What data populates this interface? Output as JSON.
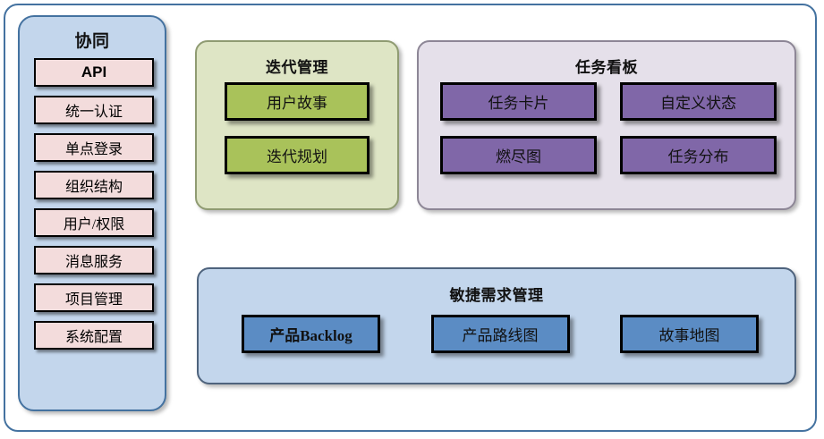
{
  "diagram": {
    "sidebar": {
      "title": "协同",
      "items": [
        {
          "label": "API",
          "emphasis": "bold"
        },
        {
          "label": "统一认证",
          "emphasis": "normal"
        },
        {
          "label": "单点登录",
          "emphasis": "normal"
        },
        {
          "label": "组织结构",
          "emphasis": "normal"
        },
        {
          "label": "用户/权限",
          "emphasis": "normal"
        },
        {
          "label": "消息服务",
          "emphasis": "normal"
        },
        {
          "label": "项目管理",
          "emphasis": "normal"
        },
        {
          "label": "系统配置",
          "emphasis": "normal"
        }
      ]
    },
    "iteration": {
      "title": "迭代管理",
      "items": [
        {
          "label": "用户故事"
        },
        {
          "label": "迭代规划"
        }
      ]
    },
    "taskboard": {
      "title": "任务看板",
      "items": [
        {
          "label": "任务卡片"
        },
        {
          "label": "自定义状态"
        },
        {
          "label": "燃尽图"
        },
        {
          "label": "任务分布"
        }
      ]
    },
    "agile": {
      "title": "敏捷需求管理",
      "items": [
        {
          "label": "产品Backlog"
        },
        {
          "label": "产品路线图"
        },
        {
          "label": "故事地图"
        }
      ]
    },
    "colors": {
      "frame_border": "#4472a0",
      "sidebar_panel_bg": "#c3d6ec",
      "sidebar_item_bg": "#f3dcdc",
      "iteration_panel_bg": "#dee5c5",
      "iteration_item_bg": "#a9c25a",
      "taskboard_panel_bg": "#e5e0ea",
      "taskboard_item_bg": "#8067a8",
      "agile_panel_bg": "#c3d6ec",
      "agile_item_bg": "#5b8cc4",
      "item_border": "#000000"
    }
  }
}
